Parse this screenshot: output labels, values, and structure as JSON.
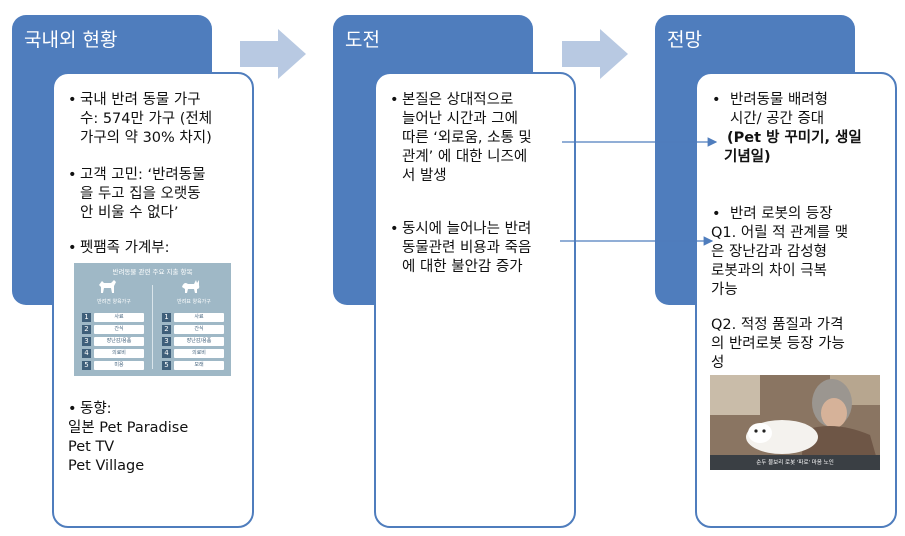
{
  "columns": [
    {
      "title": "국내외 현황"
    },
    {
      "title": "도전"
    },
    {
      "title": "전망"
    }
  ],
  "col1": {
    "b1_line1": "국내 반려 동물 가구",
    "b1_line2": "수: 574만 가구 (전체",
    "b1_line3": "가구의 약 30% 차지)",
    "b2_line1": "고객 고민: ‘반려동물",
    "b2_line2": "을 두고 집을 오랫동",
    "b2_line3": "안 비울 수 없다’",
    "b3_line1": "펫팸족 가계부:",
    "b4_line1": "동향:",
    "trend1": "일본 Pet Paradise",
    "trend2": "Pet TV",
    "trend3": "Pet Village"
  },
  "col2": {
    "b1_line1": "본질은 상대적으로",
    "b1_line2": "늘어난 시간과 그에",
    "b1_line3": "따른 ‘외로움, 소통 및",
    "b1_line4": "관계’ 에 대한 니즈에",
    "b1_line5": "서 발생",
    "b2_line1": "동시에 늘어나는 반려",
    "b2_line2": "동물관련 비용과 죽음",
    "b2_line3": "에 대한 불안감 증가"
  },
  "col3": {
    "b1_line1": "반려동물 배려형",
    "b1_line2": "시간/ 공간 증대",
    "b1_line3": "(Pet 방 꾸미기, 생일",
    "b1_line4": "기념일)",
    "b2_line1": "반려 로봇의 등장",
    "q1_line1": "Q1. 어릴 적 관계를 맺",
    "q1_line2": "은 장난감과 감성형",
    "q1_line3": "로봇과의 차이 극복",
    "q1_line4": "가능",
    "q2_line1": "Q2. 적정 품질과 가격",
    "q2_line2": "의 반려로봇 등장 가능",
    "q2_line3": "성"
  },
  "thumbnail": {
    "title": "반려동물 관련 주요 지출 항목",
    "left_label": "반려견 양육가구",
    "right_label": "반려묘 양육가구",
    "left_items": [
      "사료",
      "간식",
      "장난감/용품",
      "의료비",
      "미용"
    ],
    "right_items": [
      "사료",
      "간식",
      "장난감/용품",
      "의료비",
      "모래"
    ],
    "numbers": [
      "1",
      "2",
      "3",
      "4",
      "5"
    ]
  },
  "photo": {
    "caption": "순두 물보리 로봇 '파로' 마음 노인"
  },
  "colors": {
    "header_bg": "#4f7dbd",
    "arrow": "#b8c9e2",
    "connector": "#4f7dbd"
  },
  "icons": [
    "right-chevron-arrow-icon",
    "connector-arrow-icon",
    "dog-silhouette-icon",
    "cat-silhouette-icon"
  ]
}
